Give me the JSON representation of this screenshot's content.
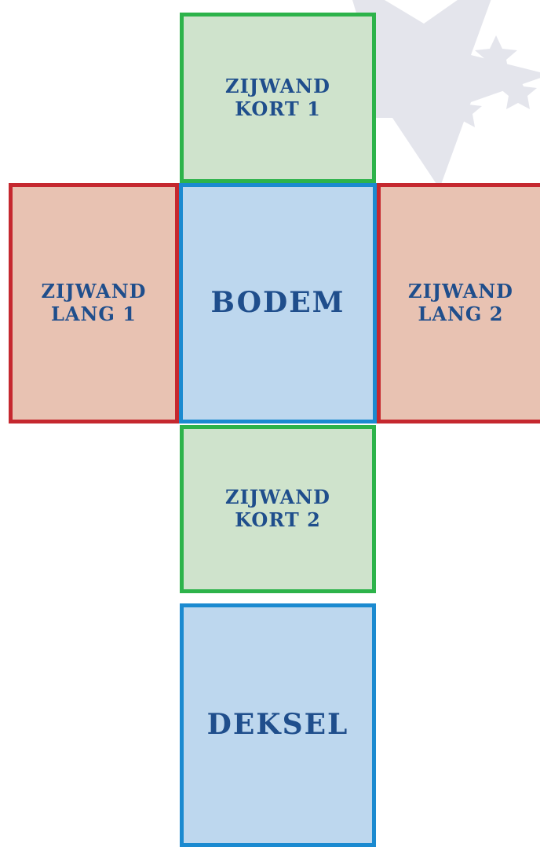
{
  "colors": {
    "short_side_fill": "#cfe3cc",
    "short_side_border": "#2db34a",
    "base_fill": "#bdd7ee",
    "base_border": "#1b8ad0",
    "long_side_fill": "#e8c2b2",
    "long_side_border": "#c5282f",
    "label_text": "#1f4e8c",
    "star_decoration": "#e4e5ec"
  },
  "background": {
    "decoration": "star-icon"
  },
  "panels": {
    "kort1": {
      "line1": "Zijwand",
      "line2": "kort 1"
    },
    "lang1": {
      "line1": "Zijwand",
      "line2": "lang 1"
    },
    "bodem": {
      "label": "Bodem"
    },
    "lang2": {
      "line1": "Zijwand",
      "line2": "lang 2"
    },
    "kort2": {
      "line1": "Zijwand",
      "line2": "kort 2"
    },
    "deksel": {
      "label": "Deksel"
    }
  }
}
